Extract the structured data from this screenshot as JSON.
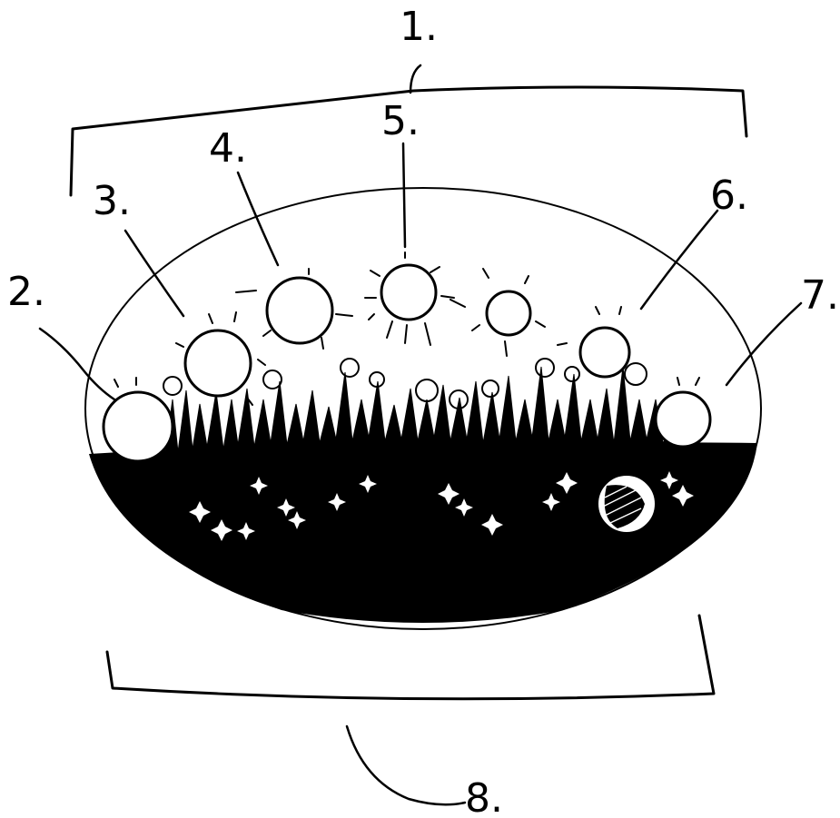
{
  "colors": {
    "ink": "#000000",
    "paper": "#ffffff"
  },
  "labels": {
    "l1": "1.",
    "l2": "2.",
    "l3": "3.",
    "l4": "4.",
    "l5": "5.",
    "l6": "6.",
    "l7": "7.",
    "l8": "8."
  }
}
